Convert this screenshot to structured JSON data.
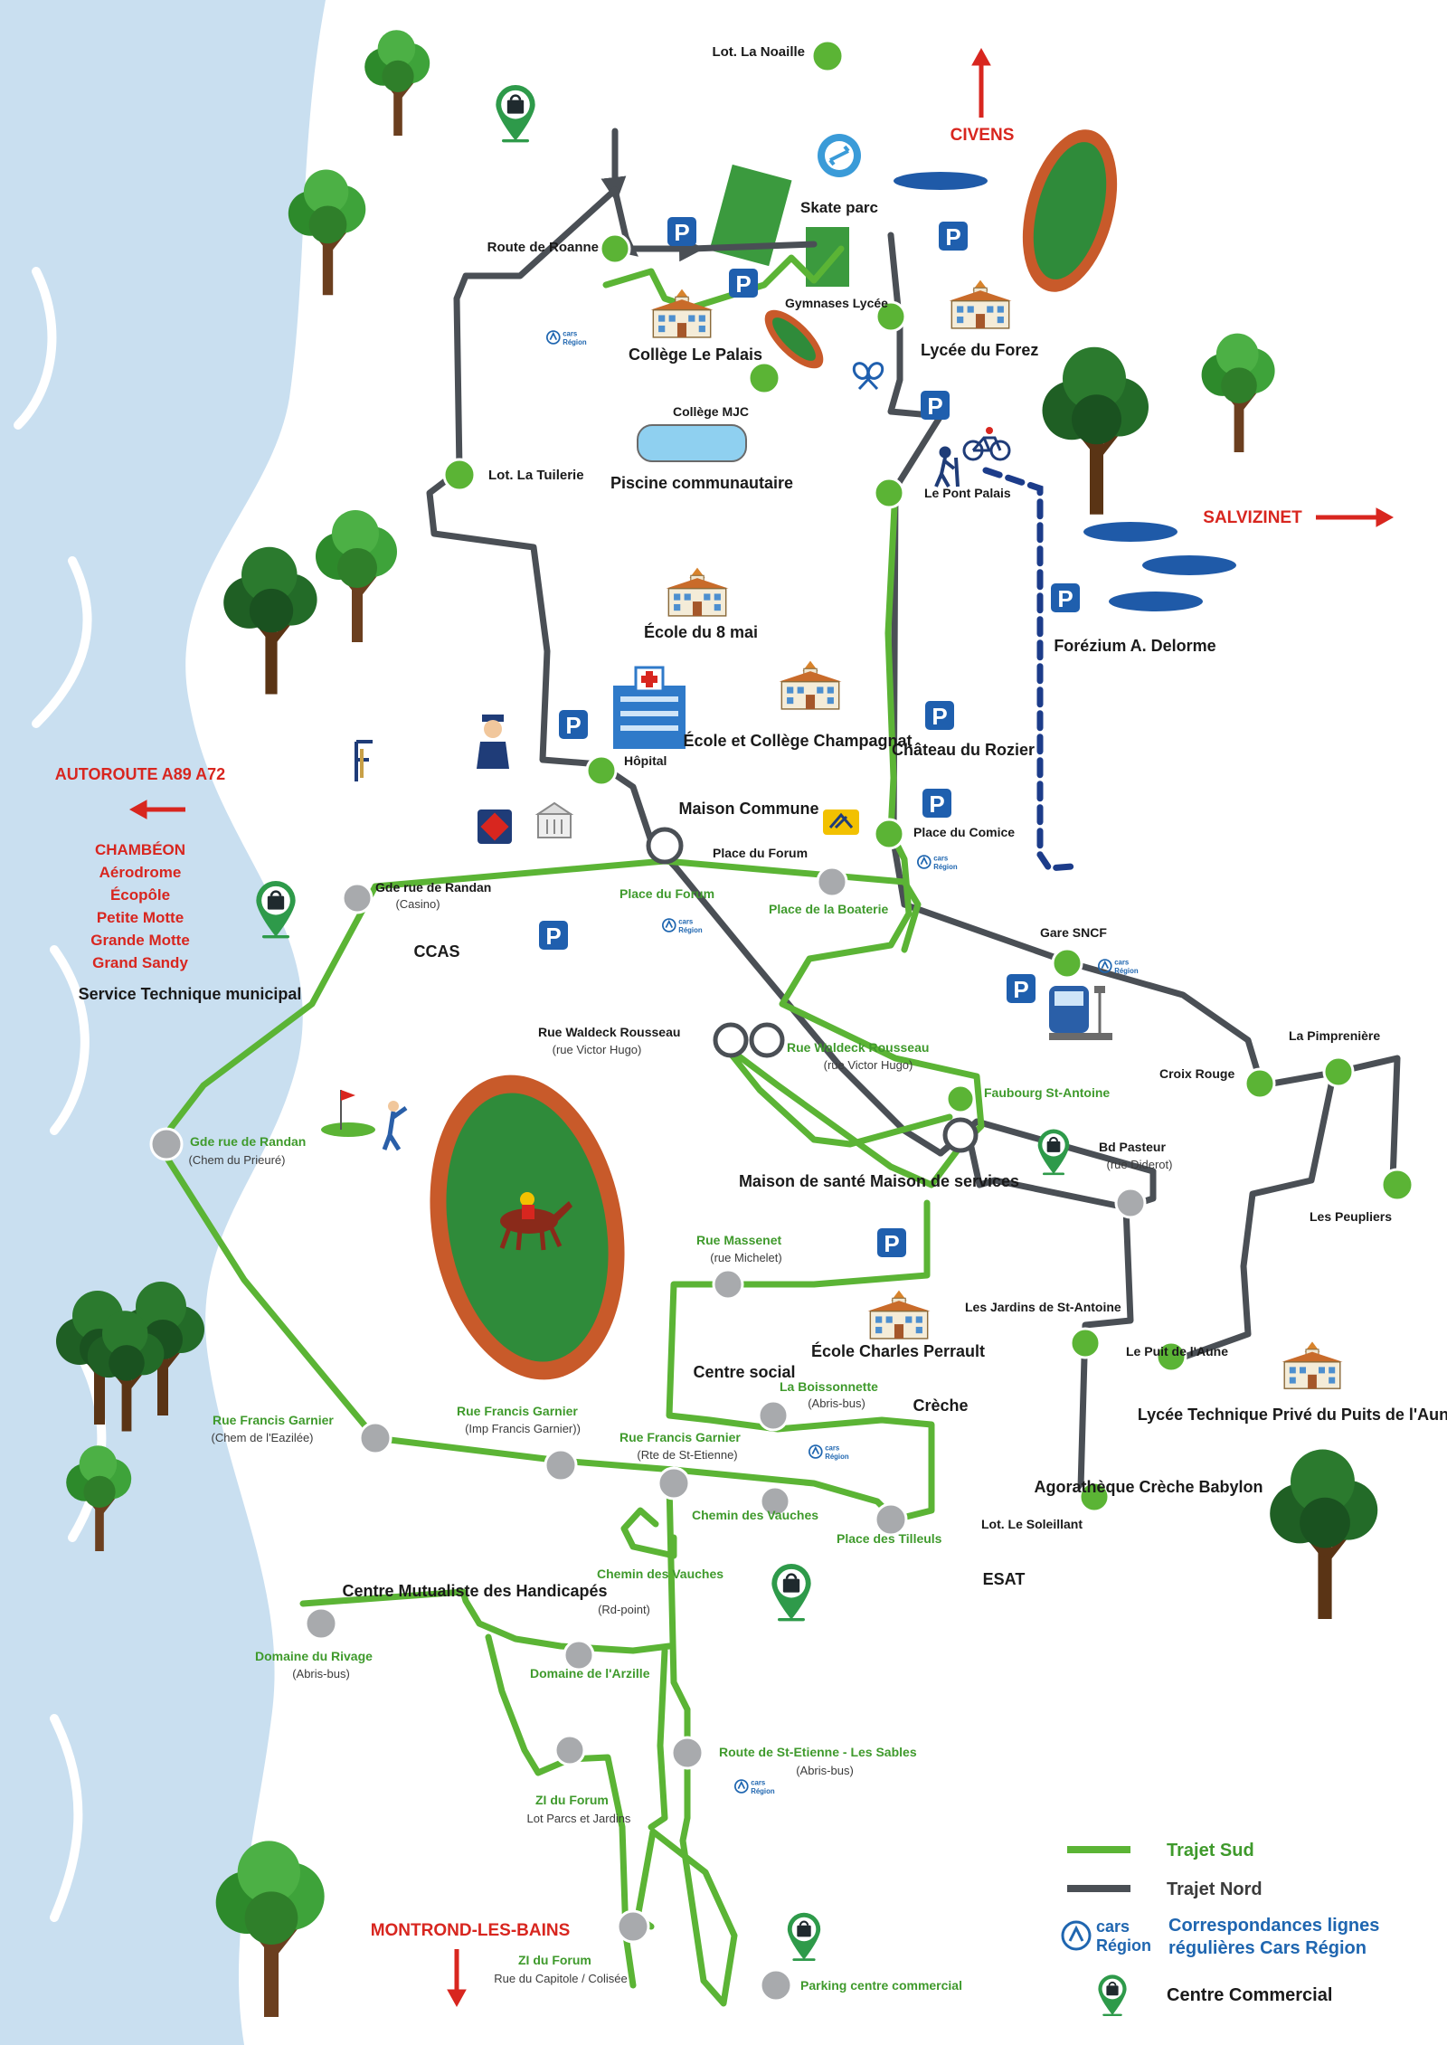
{
  "colors": {
    "trajet_sud": "#5bb435",
    "trajet_nord": "#4a4f55",
    "foot_path": "#1c3c8a",
    "river": "#c9dff0",
    "red_label": "#d8261f",
    "green_label": "#3f9a2c",
    "parking": "#1f5fae"
  },
  "stops": [
    {
      "id": "lot_la_noaille",
      "name": "Lot. La Noaille",
      "sub": ""
    },
    {
      "id": "route_de_roanne",
      "name": "Route de Roanne",
      "sub": ""
    },
    {
      "id": "college_mjc",
      "name": "Collège MJC",
      "sub": ""
    },
    {
      "id": "lot_la_tuilerie",
      "name": "Lot. La Tuilerie",
      "sub": ""
    },
    {
      "id": "le_pont_palais",
      "name": "Le Pont Palais",
      "sub": ""
    },
    {
      "id": "hopital",
      "name": "Hôpital",
      "sub": ""
    },
    {
      "id": "place_du_comice",
      "name": "Place du Comice",
      "sub": ""
    },
    {
      "id": "place_du_forum_n",
      "name": "Place du Forum",
      "sub": ""
    },
    {
      "id": "gde_rue_randan_casino",
      "name": "Gde rue de Randan",
      "sub": "(Casino)"
    },
    {
      "id": "place_du_forum_s",
      "name": "Place du Forum",
      "sub": ""
    },
    {
      "id": "place_de_la_boaterie",
      "name": "Place de la Boaterie",
      "sub": ""
    },
    {
      "id": "gare_sncf",
      "name": "Gare SNCF",
      "sub": ""
    },
    {
      "id": "rue_waldeck_n",
      "name": "Rue Waldeck Rousseau",
      "sub": "(rue Victor Hugo)"
    },
    {
      "id": "rue_waldeck_s",
      "name": "Rue Waldeck Rousseau",
      "sub": "(rue Victor Hugo)"
    },
    {
      "id": "faubourg_st_antoine",
      "name": "Faubourg St-Antoine",
      "sub": ""
    },
    {
      "id": "la_pimpreniere",
      "name": "La Pimprenière",
      "sub": ""
    },
    {
      "id": "croix_rouge",
      "name": "Croix Rouge",
      "sub": ""
    },
    {
      "id": "gde_rue_randan_prieure",
      "name": "Gde rue de Randan",
      "sub": "(Chem du Prieuré)"
    },
    {
      "id": "bd_pasteur",
      "name": "Bd Pasteur",
      "sub": "(rue Diderot)"
    },
    {
      "id": "les_peupliers",
      "name": "Les Peupliers",
      "sub": ""
    },
    {
      "id": "rue_massenet",
      "name": "Rue Massenet",
      "sub": "(rue Michelet)"
    },
    {
      "id": "jardins_st_antoine",
      "name": "Les Jardins de St-Antoine",
      "sub": ""
    },
    {
      "id": "puit_de_laune",
      "name": "Le Puit de l'Aune",
      "sub": ""
    },
    {
      "id": "la_boissonnette",
      "name": "La Boissonnette",
      "sub": "(Abris-bus)"
    },
    {
      "id": "rue_francis_garnier_w",
      "name": "Rue Francis Garnier",
      "sub": "(Chem de l'Eazilée)"
    },
    {
      "id": "rue_francis_garnier_imp",
      "name": "Rue Francis Garnier",
      "sub": "(Imp Francis Garnier))"
    },
    {
      "id": "rue_francis_garnier_rte",
      "name": "Rue Francis Garnier",
      "sub": "(Rte de St-Etienne)"
    },
    {
      "id": "chemin_des_vauches",
      "name": "Chemin des Vauches",
      "sub": ""
    },
    {
      "id": "place_des_tilleuls",
      "name": "Place des Tilleuls",
      "sub": ""
    },
    {
      "id": "lot_le_soleillant",
      "name": "Lot. Le Soleillant",
      "sub": ""
    },
    {
      "id": "chemin_des_vauches_rd",
      "name": "Chemin des Vauches",
      "sub": "(Rd-point)"
    },
    {
      "id": "domaine_du_rivage",
      "name": "Domaine du Rivage",
      "sub": "(Abris-bus)"
    },
    {
      "id": "domaine_de_larzille",
      "name": "Domaine de l'Arzille",
      "sub": ""
    },
    {
      "id": "route_st_etienne",
      "name": "Route de St-Etienne - Les Sables",
      "sub": "(Abris-bus)"
    },
    {
      "id": "zi_du_forum_lot",
      "name": "ZI du Forum",
      "sub": "Lot Parcs et Jardins"
    },
    {
      "id": "zi_du_forum_capitole",
      "name": "ZI du Forum",
      "sub": "Rue du Capitole / Colisée"
    },
    {
      "id": "parking_centre_commercial",
      "name": "Parking centre commercial",
      "sub": ""
    }
  ],
  "places": {
    "skate_parc": "Skate parc",
    "gymnases_lycee": "Gymnases Lycée",
    "college_le_palais": "Collège Le Palais",
    "lycee_du_forez": "Lycée du Forez",
    "piscine": "Piscine communautaire",
    "ecole_8_mai": "École du 8 mai",
    "ecole_college_champagnat": "École et Collège Champagnat",
    "chateau_du_rozier": "Château du Rozier",
    "forezium": "Forézium A. Delorme",
    "maison_commune": "Maison Commune",
    "ccas": "CCAS",
    "service_technique": "Service Technique municipal",
    "maison_de_sante": "Maison de santé Maison de services",
    "ecole_charles_perrault": "École Charles Perrault",
    "centre_social": "Centre social",
    "creche": "Crèche",
    "lycee_technique": "Lycée Technique Privé du Puits de l'Aune",
    "agoratheque": "Agorathèque Crèche Babylon",
    "esat": "ESAT",
    "centre_mutualiste": "Centre Mutualiste des Handicapés"
  },
  "directions": {
    "civens": "CIVENS",
    "salvizinet": "SALVIZINET",
    "autoroute": "AUTOROUTE A89 A72",
    "montrond": "MONTROND-LES-BAINS",
    "west_towns": [
      "CHAMBÉON",
      "Aérodrome",
      "Écopôle",
      "Petite Motte",
      "Grande Motte",
      "Grand Sandy"
    ]
  },
  "cars_region_tag": {
    "line1": "cars",
    "line2": "Région"
  },
  "legend": {
    "trajet_sud": "Trajet Sud",
    "trajet_nord": "Trajet Nord",
    "correspondances": "Correspondances lignes régulières Cars Région",
    "cars_line1": "cars",
    "cars_line2": "Région",
    "centre_commercial": "Centre Commercial"
  },
  "icons": {
    "parking": "parking-icon",
    "shopping": "shopping-pin-icon",
    "school": "school-building-icon",
    "hospital": "hospital-icon",
    "tree": "tree-icon",
    "stadium": "stadium-icon",
    "bus_stop": "bus-stop-icon",
    "train": "train-icon",
    "hiker": "hiker-icon",
    "bicycle": "bicycle-icon",
    "post": "post-office-icon",
    "police": "police-icon",
    "golf": "golf-icon",
    "horse": "horse-racing-icon",
    "tennis": "tennis-icon"
  },
  "parking_letter": "P"
}
